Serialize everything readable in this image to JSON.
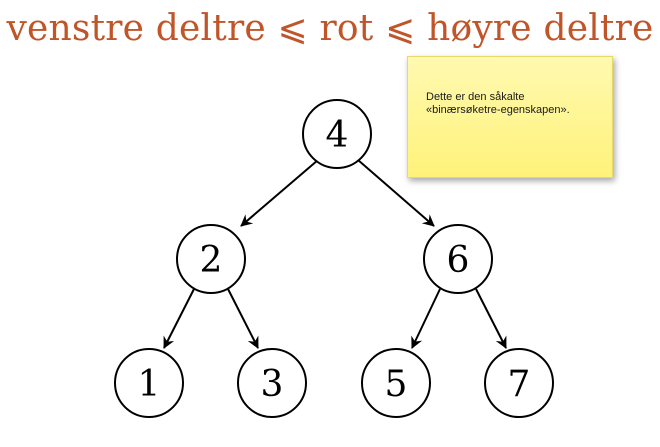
{
  "title": "venstre deltre ⩽ rot ⩽ høyre deltre",
  "note": {
    "text_line1": "Dette er den såkalte",
    "text_line2": "«binærsøketre-egenskapen»."
  },
  "tree": {
    "root": "4",
    "left": "2",
    "right": "6",
    "left_left": "1",
    "left_right": "3",
    "right_left": "5",
    "right_right": "7"
  },
  "colors": {
    "title": "#c0552a",
    "note_background": "#fff59a"
  }
}
